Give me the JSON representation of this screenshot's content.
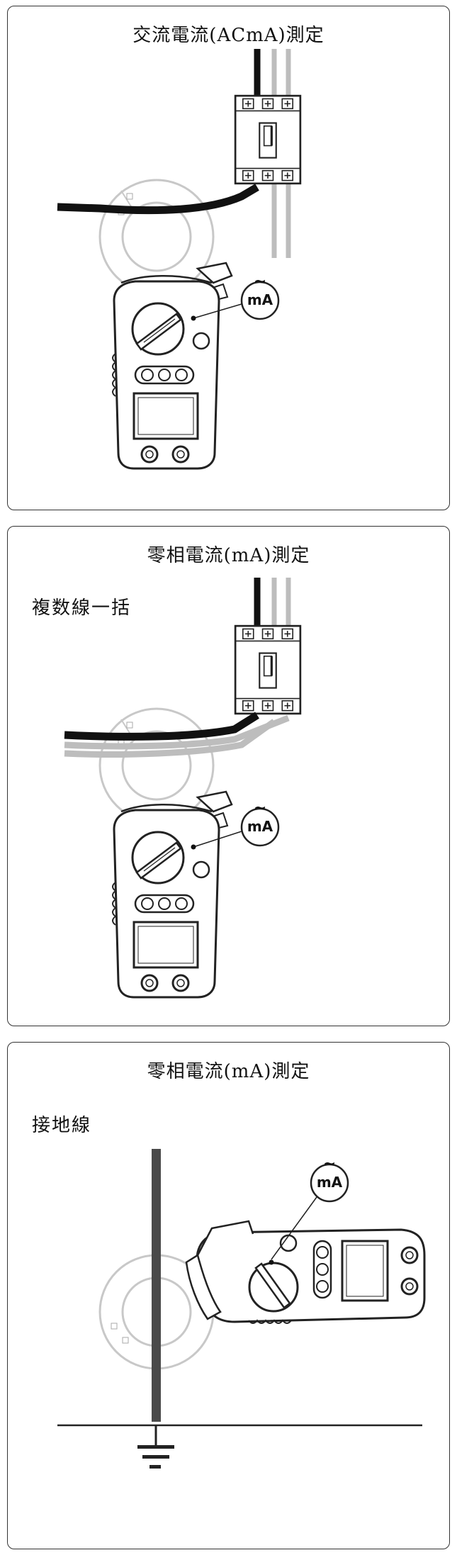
{
  "panels": [
    {
      "title": "交流電流(ACmA)測定",
      "subtitle": "",
      "mode_symbol": "~",
      "mode_unit": "mA"
    },
    {
      "title": "零相電流(mA)測定",
      "subtitle": "複数線一括",
      "mode_symbol": "~",
      "mode_unit": "mA"
    },
    {
      "title": "零相電流(mA)測定",
      "subtitle": "接地線",
      "mode_symbol": "~",
      "mode_unit": "mA"
    }
  ],
  "colors": {
    "border": "#333333",
    "wire_black": "#111111",
    "wire_gray": "#bdbdbd",
    "earth_wire": "#4a4a4a"
  },
  "icons": [
    "breaker-icon",
    "clamp-meter-icon",
    "rotary-dial-icon",
    "ground-symbol-icon",
    "ac-ma-badge-icon"
  ]
}
